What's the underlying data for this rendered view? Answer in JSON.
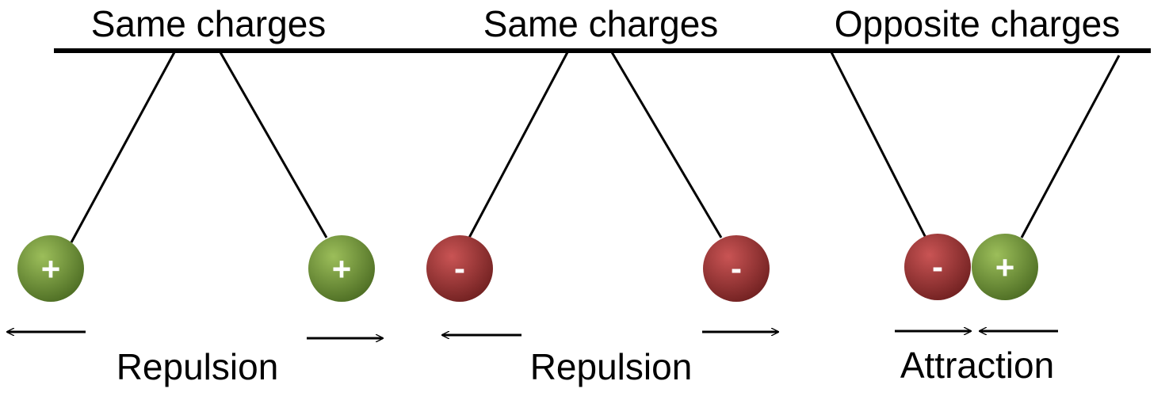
{
  "headings": {
    "group1": "Same charges",
    "group2": "Same charges",
    "group3": "Opposite charges"
  },
  "results": {
    "group1": "Repulsion",
    "group2": "Repulsion",
    "group3": "Attraction"
  },
  "charges": {
    "g1_left": "+",
    "g1_right": "+",
    "g2_left": "-",
    "g2_right": "-",
    "g3_left": "-",
    "g3_right": "+"
  },
  "colors": {
    "positive_light": "#9cbe5a",
    "positive_dark": "#4b6b22",
    "negative_light": "#c95454",
    "negative_dark": "#6e1f1f"
  }
}
